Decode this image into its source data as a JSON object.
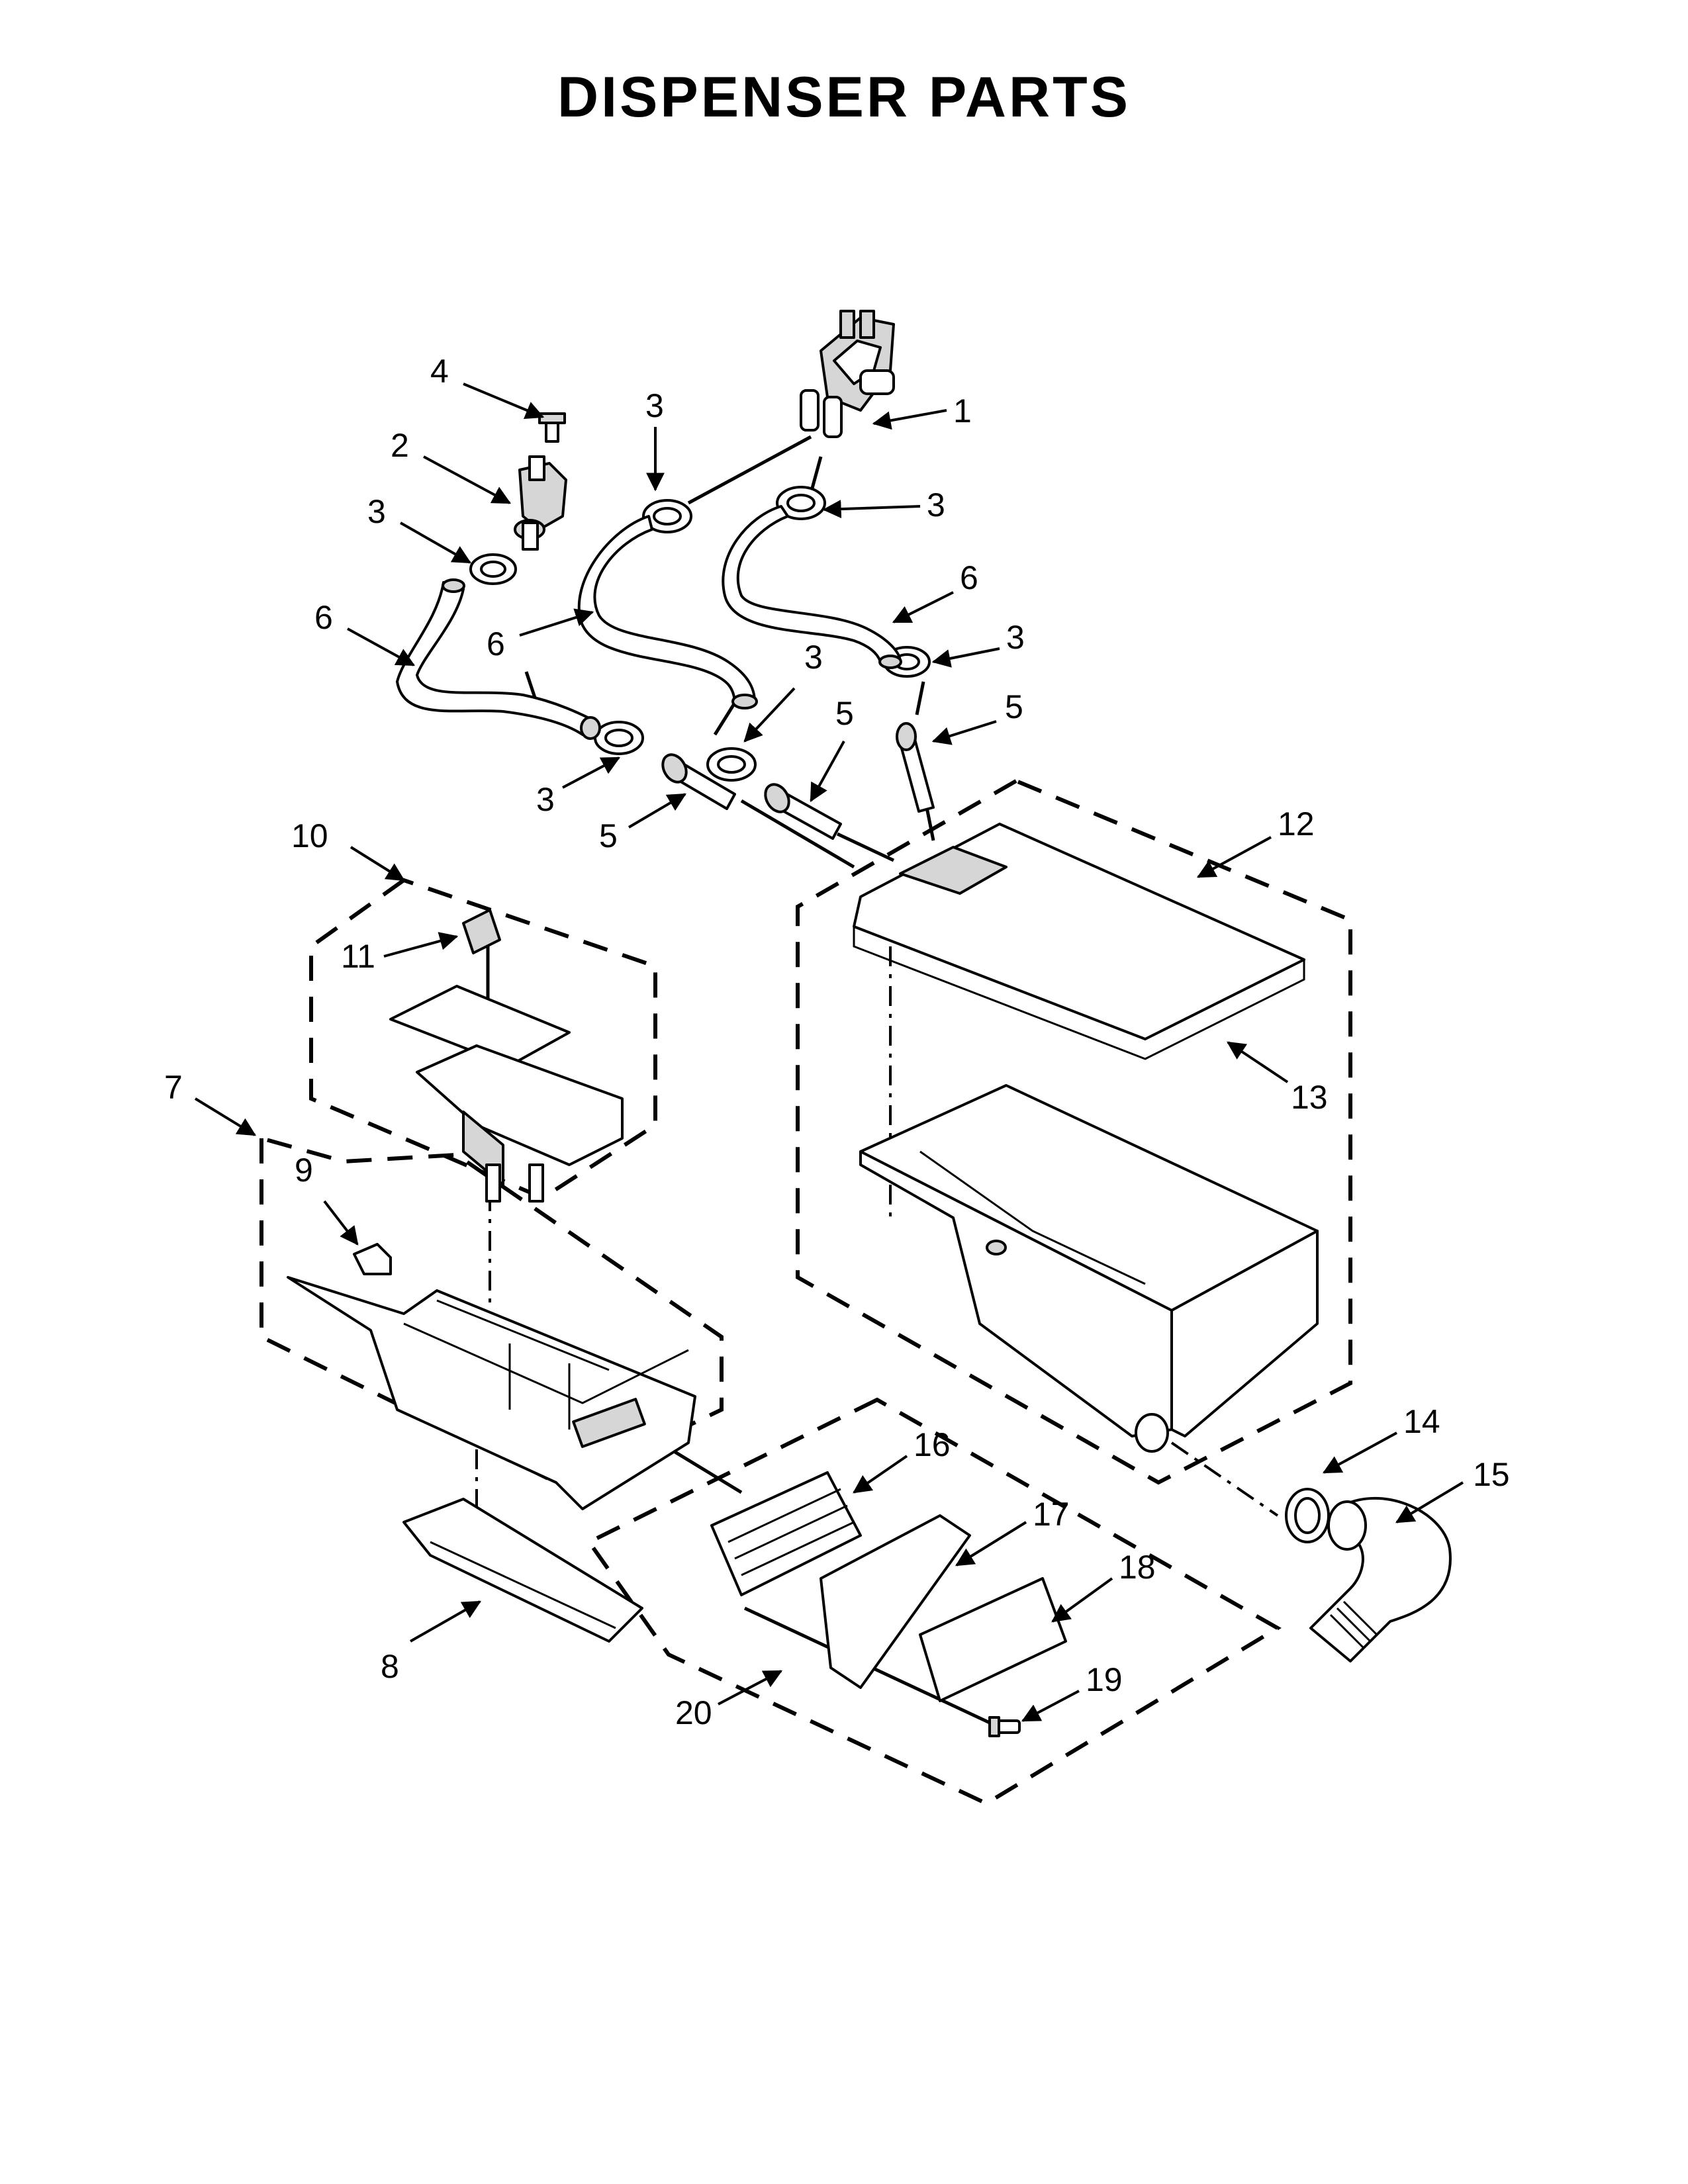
{
  "title": "DISPENSER PARTS",
  "callouts": {
    "c1": "1",
    "c2": "2",
    "c3a": "3",
    "c3b": "3",
    "c3c": "3",
    "c3d": "3",
    "c3e": "3",
    "c3f": "3",
    "c4": "4",
    "c5a": "5",
    "c5b": "5",
    "c5c": "5",
    "c6a": "6",
    "c6b": "6",
    "c6c": "6",
    "c7": "7",
    "c8": "8",
    "c9": "9",
    "c10": "10",
    "c11": "11",
    "c12": "12",
    "c13": "13",
    "c14": "14",
    "c15": "15",
    "c16": "16",
    "c17": "17",
    "c18": "18",
    "c19": "19",
    "c20": "20"
  },
  "icons": {
    "water-valve-dual": "water-valve-dual-icon",
    "water-valve-single": "water-valve-single-icon",
    "screw": "screw-icon",
    "hose-clamp": "hose-clamp-icon",
    "hose": "hose-icon",
    "inlet-tube": "inlet-tube-icon"
  }
}
